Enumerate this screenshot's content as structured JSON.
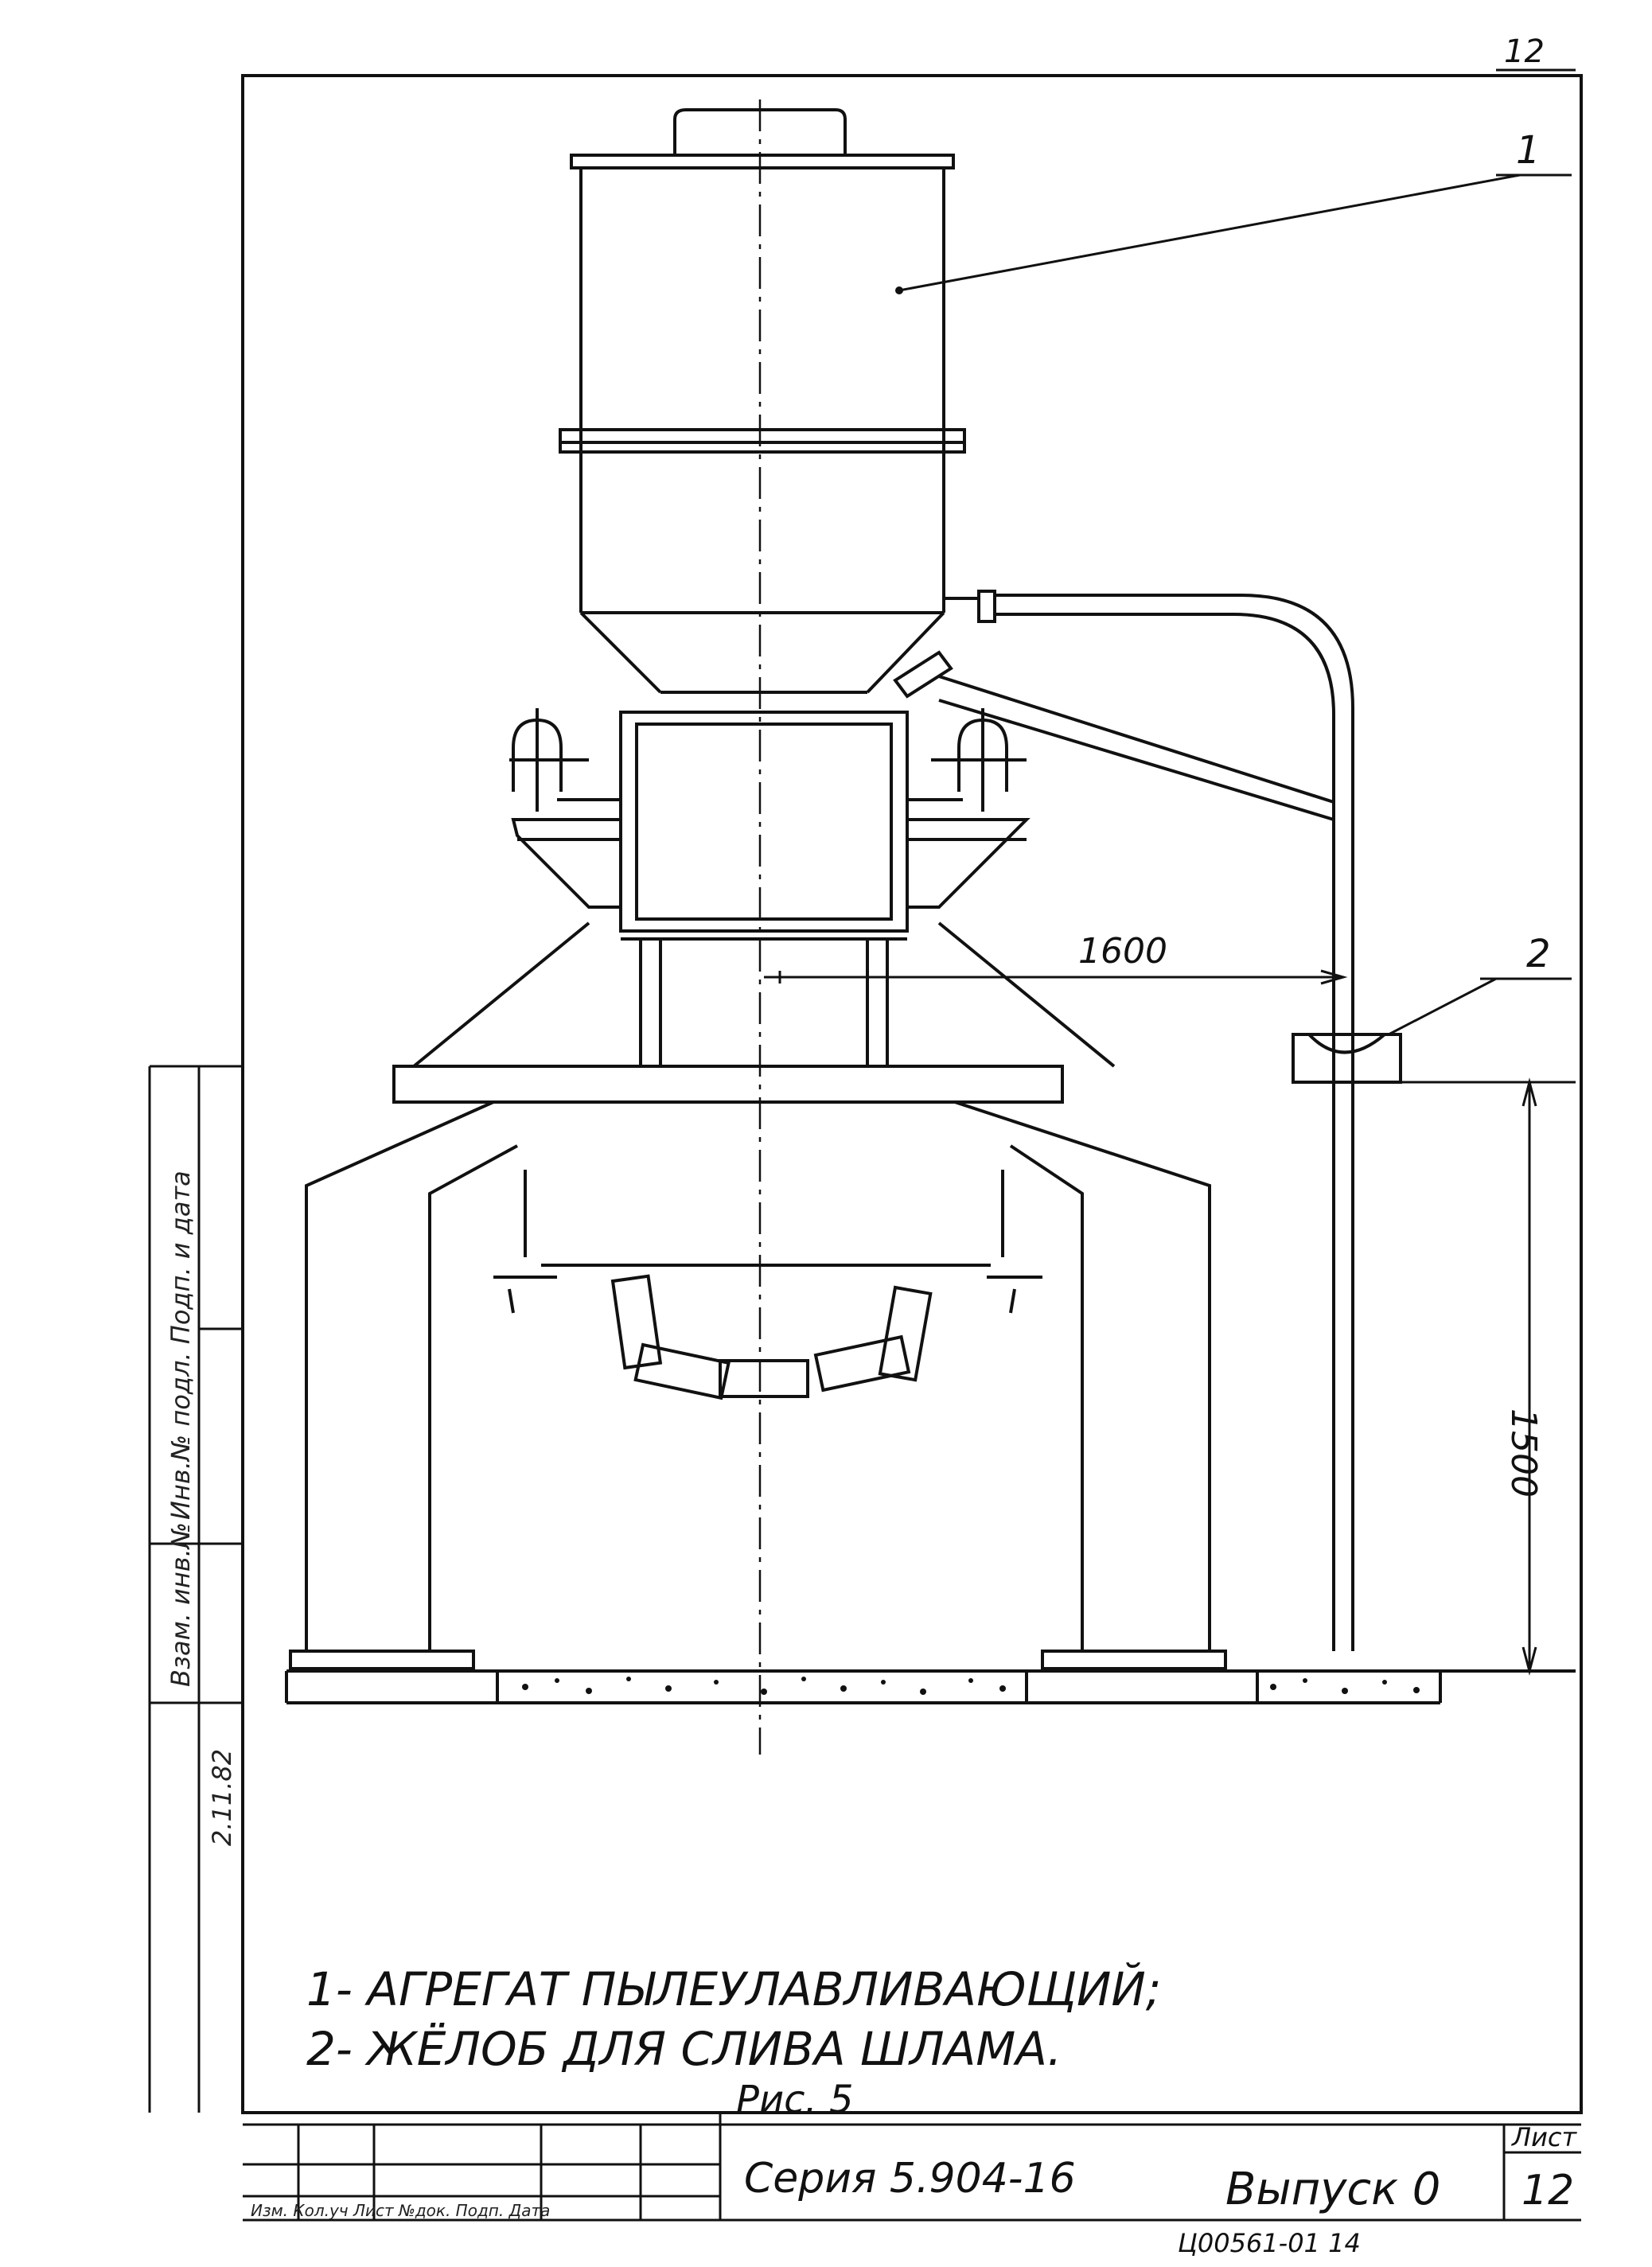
{
  "corner_mark": "12",
  "callouts": {
    "item1": "1",
    "item2": "2"
  },
  "dimensions": {
    "horizontal": "1600",
    "vertical": "1500"
  },
  "legend": [
    "1- АГРЕГАТ ПЫЛЕУЛАВЛИВАЮЩИЙ;",
    "2- ЖЁЛОБ ДЛЯ СЛИВА ШЛАМА."
  ],
  "figure_caption": "Рис. 5",
  "title_block": {
    "series": "Серия 5.904-16",
    "issue": "Выпуск 0",
    "sheet_label": "Лист",
    "sheet_number": "12",
    "column_headers": "Изм. Кол.уч Лист №док. Подп. Дата"
  },
  "side_stamp": {
    "top": "Инв.№ подл. Подп. и дата",
    "middle": "Взам. инв.№",
    "date": "2.11.82"
  },
  "archive_number": "Ц00561-01 14",
  "colors": {
    "ink": "#111111",
    "paper": "#ffffff"
  }
}
